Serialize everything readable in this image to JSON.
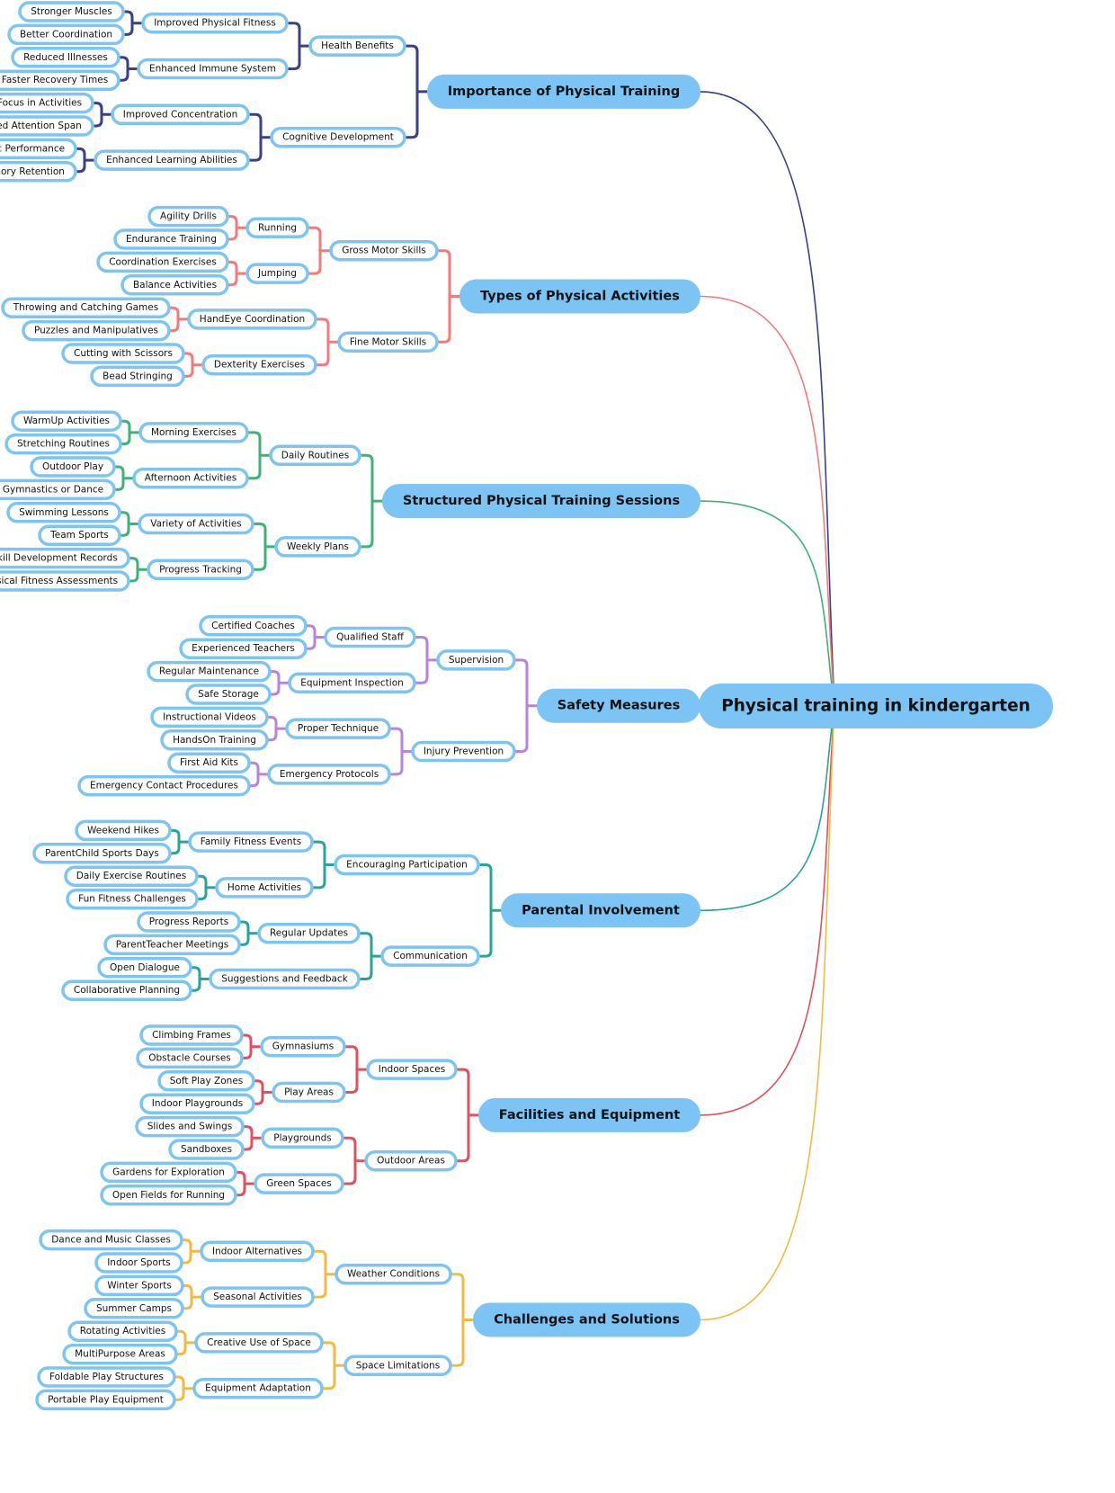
{
  "root": "Physical training in kindergarten",
  "branches": [
    {
      "label": "Importance of Physical Training",
      "color": "#3a3f86",
      "children": [
        {
          "label": "Health Benefits",
          "children": [
            {
              "label": "Improved Physical Fitness",
              "children": [
                "Stronger Muscles",
                "Better Coordination"
              ]
            },
            {
              "label": "Enhanced Immune System",
              "children": [
                "Reduced Illnesses",
                "Faster Recovery Times"
              ]
            }
          ]
        },
        {
          "label": "Cognitive Development",
          "children": [
            {
              "label": "Improved Concentration",
              "children": [
                "Better Focus in Activities",
                "Increased Attention Span"
              ]
            },
            {
              "label": "Enhanced Learning Abilities",
              "children": [
                "Better Academic Performance",
                "Improved Memory Retention"
              ]
            }
          ]
        }
      ]
    },
    {
      "label": "Types of Physical Activities",
      "color": "#f47a7a",
      "children": [
        {
          "label": "Gross Motor Skills",
          "children": [
            {
              "label": "Running",
              "children": [
                "Agility Drills",
                "Endurance Training"
              ]
            },
            {
              "label": "Jumping",
              "children": [
                "Coordination Exercises",
                "Balance Activities"
              ]
            }
          ]
        },
        {
          "label": "Fine Motor Skills",
          "children": [
            {
              "label": "HandEye Coordination",
              "children": [
                "Throwing and Catching Games",
                "Puzzles and Manipulatives"
              ]
            },
            {
              "label": "Dexterity Exercises",
              "children": [
                "Cutting with Scissors",
                "Bead Stringing"
              ]
            }
          ]
        }
      ]
    },
    {
      "label": "Structured Physical Training Sessions",
      "color": "#3db378",
      "children": [
        {
          "label": "Daily Routines",
          "children": [
            {
              "label": "Morning Exercises",
              "children": [
                "WarmUp Activities",
                "Stretching Routines"
              ]
            },
            {
              "label": "Afternoon Activities",
              "children": [
                "Outdoor Play",
                "Gymnastics or Dance"
              ]
            }
          ]
        },
        {
          "label": "Weekly Plans",
          "children": [
            {
              "label": "Variety of Activities",
              "children": [
                "Swimming Lessons",
                "Team Sports"
              ]
            },
            {
              "label": "Progress Tracking",
              "children": [
                "Skill Development Records",
                "Physical Fitness Assessments"
              ]
            }
          ]
        }
      ]
    },
    {
      "label": "Safety Measures",
      "color": "#b983dc",
      "children": [
        {
          "label": "Supervision",
          "children": [
            {
              "label": "Qualified Staff",
              "children": [
                "Certified Coaches",
                "Experienced Teachers"
              ]
            },
            {
              "label": "Equipment Inspection",
              "children": [
                "Regular Maintenance",
                "Safe Storage"
              ]
            }
          ]
        },
        {
          "label": "Injury Prevention",
          "children": [
            {
              "label": "Proper Technique",
              "children": [
                "Instructional Videos",
                "HandsOn Training"
              ]
            },
            {
              "label": "Emergency Protocols",
              "children": [
                "First Aid Kits",
                "Emergency Contact Procedures"
              ]
            }
          ]
        }
      ]
    },
    {
      "label": "Parental Involvement",
      "color": "#27a59a",
      "children": [
        {
          "label": "Encouraging Participation",
          "children": [
            {
              "label": "Family Fitness Events",
              "children": [
                "Weekend Hikes",
                "ParentChild Sports Days"
              ]
            },
            {
              "label": "Home Activities",
              "children": [
                "Daily Exercise Routines",
                "Fun Fitness Challenges"
              ]
            }
          ]
        },
        {
          "label": "Communication",
          "children": [
            {
              "label": "Regular Updates",
              "children": [
                "Progress Reports",
                "ParentTeacher Meetings"
              ]
            },
            {
              "label": "Suggestions and Feedback",
              "children": [
                "Open Dialogue",
                "Collaborative Planning"
              ]
            }
          ]
        }
      ]
    },
    {
      "label": "Facilities and Equipment",
      "color": "#e0505f",
      "children": [
        {
          "label": "Indoor Spaces",
          "children": [
            {
              "label": "Gymnasiums",
              "children": [
                "Climbing Frames",
                "Obstacle Courses"
              ]
            },
            {
              "label": "Play Areas",
              "children": [
                "Soft Play Zones",
                "Indoor Playgrounds"
              ]
            }
          ]
        },
        {
          "label": "Outdoor Areas",
          "children": [
            {
              "label": "Playgrounds",
              "children": [
                "Slides and Swings",
                "Sandboxes"
              ]
            },
            {
              "label": "Green Spaces",
              "children": [
                "Gardens for Exploration",
                "Open Fields for Running"
              ]
            }
          ]
        }
      ]
    },
    {
      "label": "Challenges and Solutions",
      "color": "#f0bb45",
      "children": [
        {
          "label": "Weather Conditions",
          "children": [
            {
              "label": "Indoor Alternatives",
              "children": [
                "Dance and Music Classes",
                "Indoor Sports"
              ]
            },
            {
              "label": "Seasonal Activities",
              "children": [
                "Winter Sports",
                "Summer Camps"
              ]
            }
          ]
        },
        {
          "label": "Space Limitations",
          "children": [
            {
              "label": "Creative Use of Space",
              "children": [
                "Rotating Activities",
                "MultiPurpose Areas"
              ]
            },
            {
              "label": "Equipment Adaptation",
              "children": [
                "Foldable Play Structures",
                "Portable Play Equipment"
              ]
            }
          ]
        }
      ]
    }
  ]
}
